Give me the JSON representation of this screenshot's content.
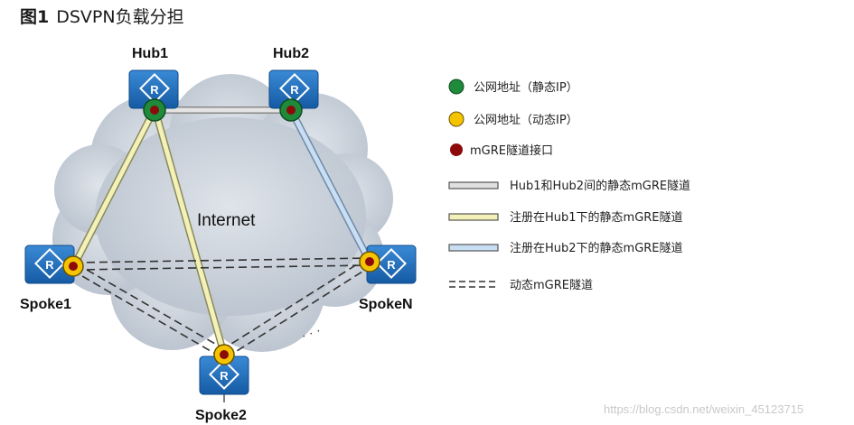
{
  "figure": {
    "number": "图1",
    "title": "DSVPN负载分担"
  },
  "nodes": {
    "hub1": "Hub1",
    "hub2": "Hub2",
    "spoke1": "Spoke1",
    "spoke2": "Spoke2",
    "spokeN": "SpokeN"
  },
  "router_glyph": "R",
  "cloud_label": "Internet",
  "ellipsis": "· · ·",
  "legend": [
    {
      "id": "static-ip",
      "text": "公网地址（静态IP）",
      "icon": "green-dot-icon"
    },
    {
      "id": "dynamic-ip",
      "text": "公网地址（动态IP）",
      "icon": "yellow-dot-icon"
    },
    {
      "id": "mgre-if",
      "text": "mGRE隧道接口",
      "icon": "red-dot-icon"
    },
    {
      "id": "hub-hub",
      "text": "Hub1和Hub2间的静态mGRE隧道",
      "icon": "gray-tunnel-icon"
    },
    {
      "id": "hub1-reg",
      "text": "注册在Hub1下的静态mGRE隧道",
      "icon": "yellow-tunnel-icon"
    },
    {
      "id": "hub2-reg",
      "text": "注册在Hub2下的静态mGRE隧道",
      "icon": "blue-tunnel-icon"
    },
    {
      "id": "dynamic",
      "text": "动态mGRE隧道",
      "icon": "dashed-tunnel-icon"
    }
  ],
  "watermark": "https://blog.csdn.net/weixin_45123715",
  "colors": {
    "router_fill": "#1f6fc0",
    "static_ip": "#1e8a3a",
    "dynamic_ip": "#f5c400",
    "mgre_interface": "#8b0a0a",
    "hub_tunnel": "#d8d8d8",
    "hub1_tunnel": "#f2efb4",
    "hub2_tunnel": "#c4dcf2",
    "cloud": "#c9d0da"
  }
}
